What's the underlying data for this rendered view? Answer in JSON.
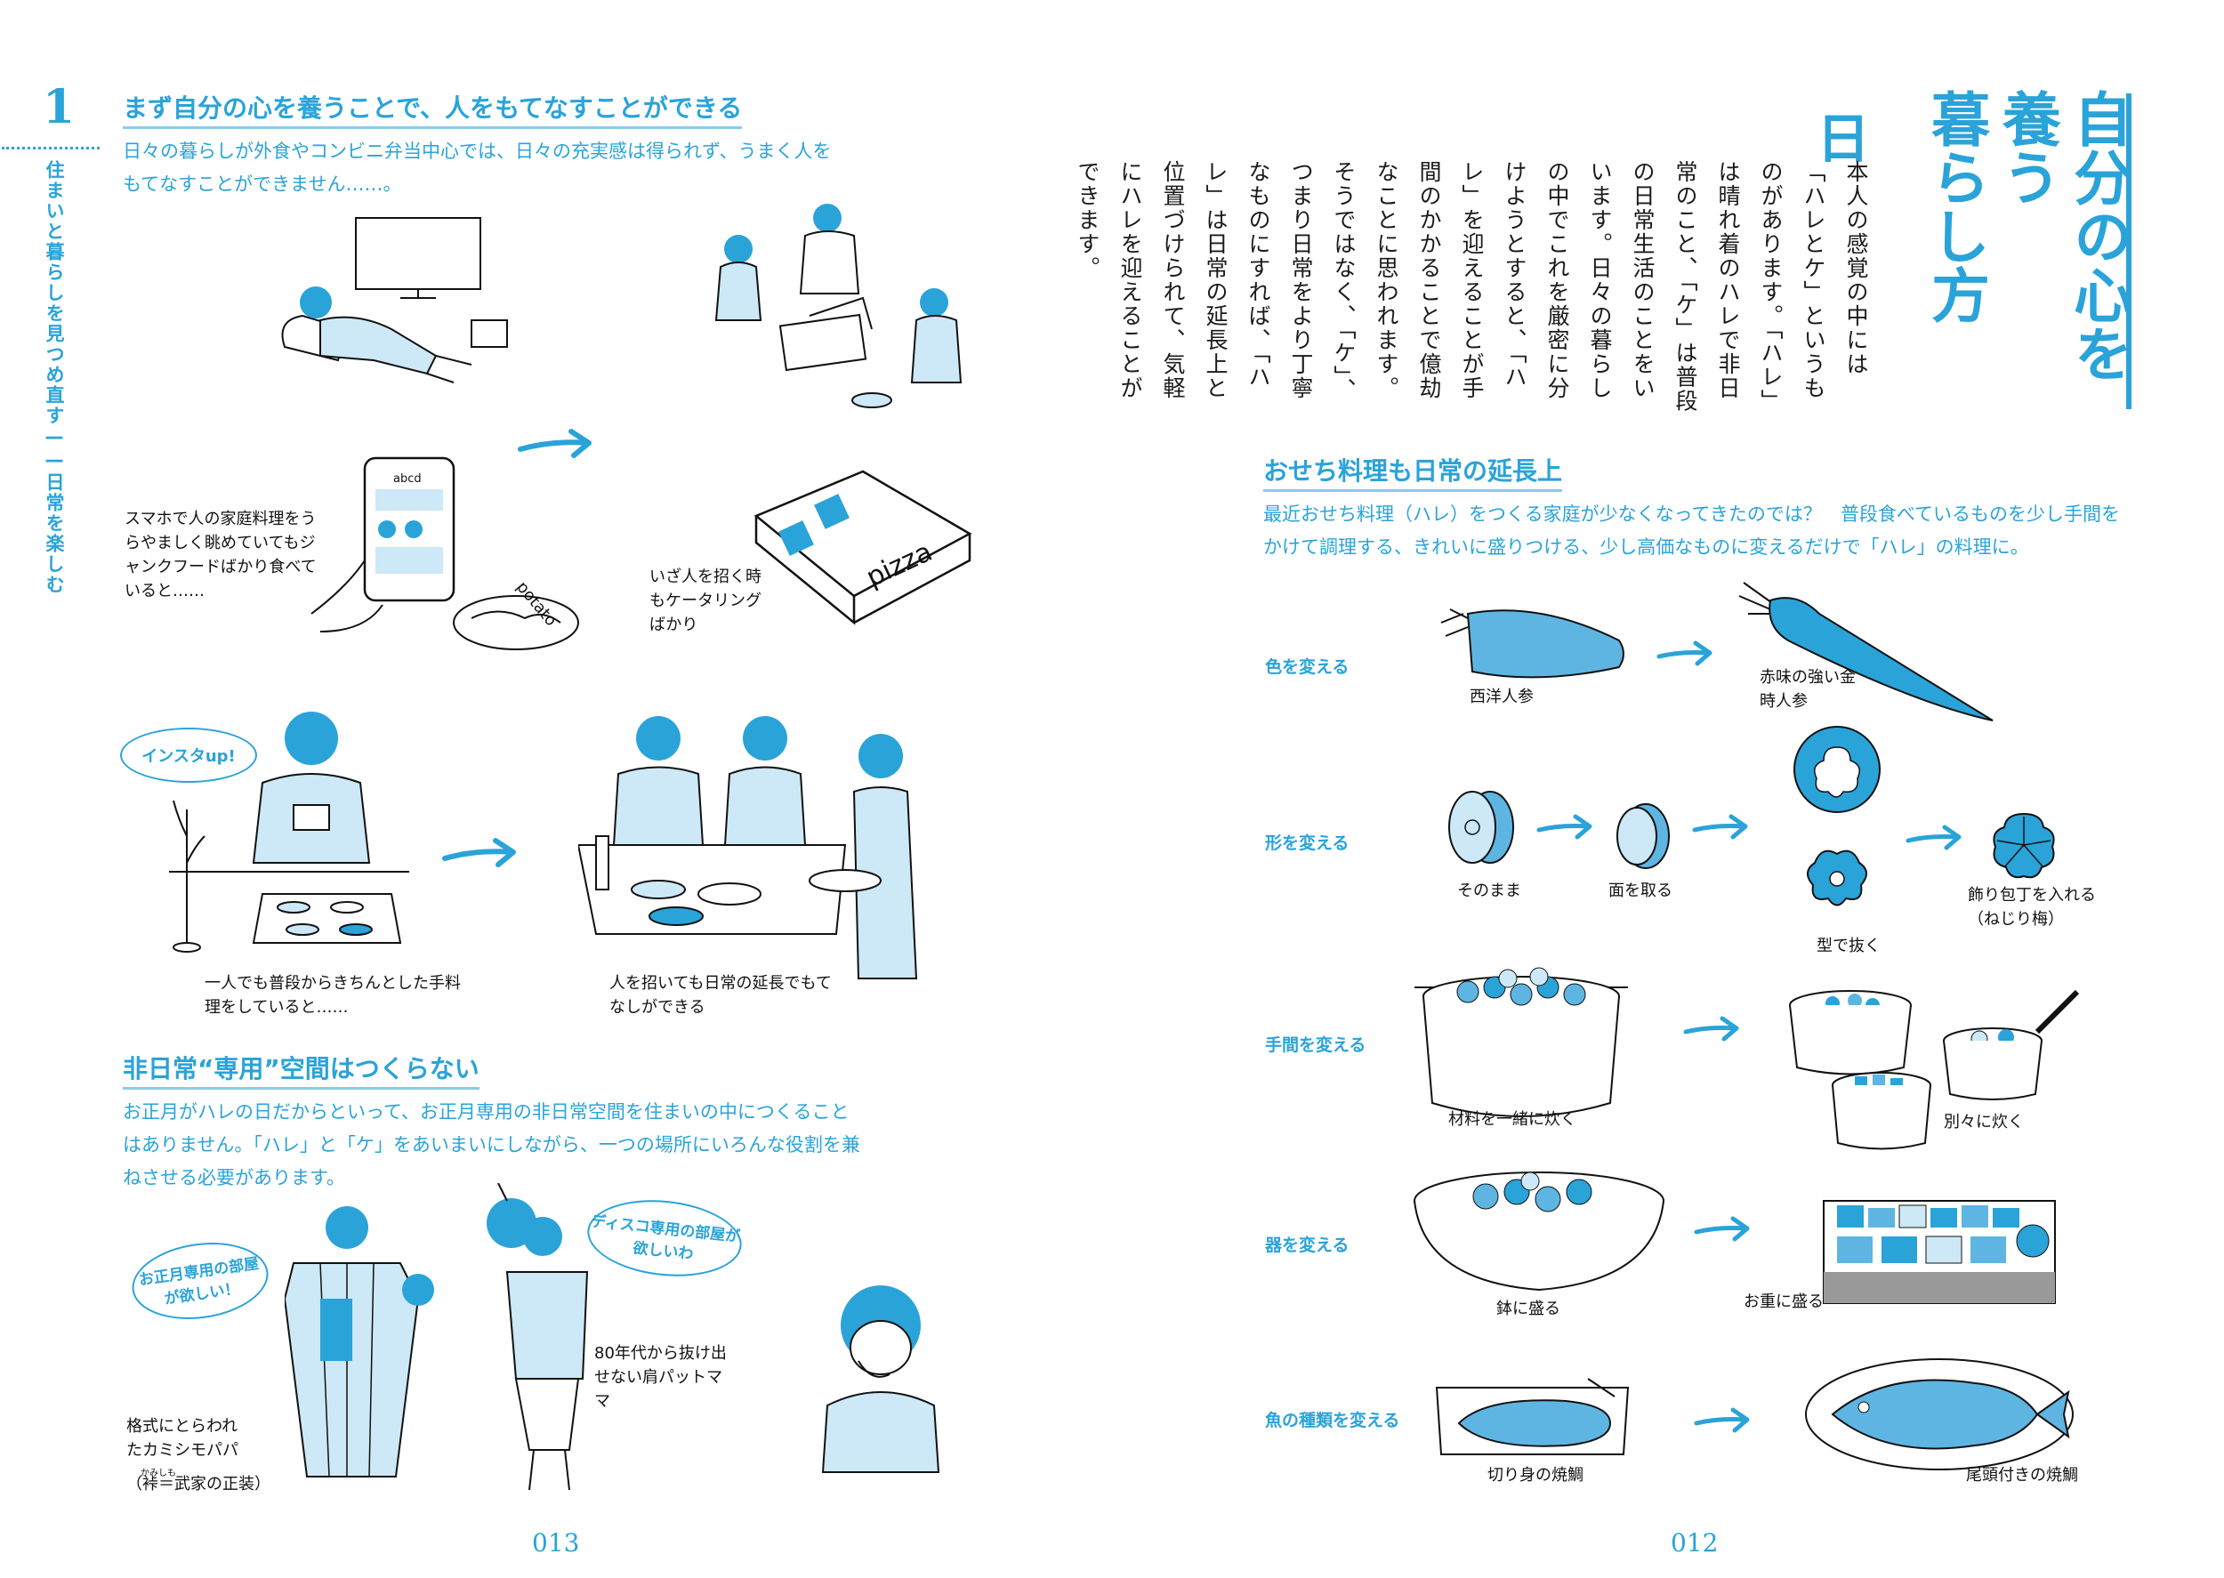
{
  "left_page": {
    "chapter_number": "1",
    "chapter_title": "住まいと暮らしを見つめ直す——日常を楽しむ",
    "section1": {
      "heading": "まず自分の心を養うことで、人をもてなすことができる",
      "lead": "日々の暮らしが外食やコンビニ弁当中心では、日々の充実感は得られず、うまく人をもてなすことができません……。"
    },
    "captions": {
      "smartphone": "スマホで人の家庭料理をうらやましく眺めていてもジャンクフードばかり食べていると……",
      "catering": "いざ人を招く時もケータリングばかり",
      "alone": "一人でも普段からきちんとした手料理をしていると……",
      "guests": "人を招いても日常の延長でもてなしができる"
    },
    "bubble_insta": "インスタup!",
    "pizza_label": "pizza",
    "potato_label": "potato",
    "phone_label": "abcd",
    "section2": {
      "heading": "非日常“専用”空間はつくらない",
      "lead": "お正月がハレの日だからといって、お正月専用の非日常空間を住まいの中につくることはありません。「ハレ」と「ケ」をあいまいにしながら、一つの場所にいろんな役割を兼ねさせる必要があります。"
    },
    "bubble_newyear": "お正月専用の部屋が欲しい！",
    "bubble_disco": "ディスコ専用の部屋が欲しいわ",
    "caption_papa": "格式にとらわれたカミシモパパ",
    "caption_papa_note": "（裃＝武家の正装）",
    "caption_papa_ruby": "かみしも",
    "caption_mama": "80年代から抜け出せない肩パットママ",
    "page_number": "013"
  },
  "right_page": {
    "title_col1": "自分の心を",
    "title_col2": "養う",
    "title_col3": "暮らし方",
    "body_dropcap": "日",
    "body_text": "本人の感覚の中には「ハレとケ」というものがあります。「ハレ」は晴れ着のハレで非日常のこと、「ケ」は普段の日常生活のことをいいます。日々の暮らしの中でこれを厳密に分けようとすると、「ハレ」を迎えることが手間のかかることで億劫なことに思われます。そうではなく、「ケ」、つまり日常をより丁寧なものにすれば、「ハレ」は日常の延長上と位置づけられて、気軽にハレを迎えることができます。",
    "section": {
      "heading": "おせち料理も日常の延長上",
      "lead": "最近おせち料理（ハレ）をつくる家庭が少なくなってきたのでは？　普段食べているものを少し手間をかけて調理する、きれいに盛りつける、少し高価なものに変えるだけで「ハレ」の料理に。"
    },
    "rows": [
      {
        "label": "色を変える",
        "caption_a": "西洋人参",
        "caption_b": "赤味の強い金時人参"
      },
      {
        "label": "形を変える",
        "caption_a": "そのまま",
        "caption_b": "面を取る",
        "caption_c": "型で抜く",
        "caption_d": "飾り包丁を入れる（ねじり梅）"
      },
      {
        "label": "手間を変える",
        "caption_a": "材料を一緒に炊く",
        "caption_b": "別々に炊く"
      },
      {
        "label": "器を変える",
        "caption_a": "鉢に盛る",
        "caption_b": "お重に盛る"
      },
      {
        "label": "魚の種類を変える",
        "caption_a": "切り身の焼鯛",
        "caption_b": "尾頭付きの焼鯛"
      }
    ],
    "page_number": "012"
  },
  "colors": {
    "accent": "#2aa3d9",
    "text": "#1a1a1a"
  }
}
